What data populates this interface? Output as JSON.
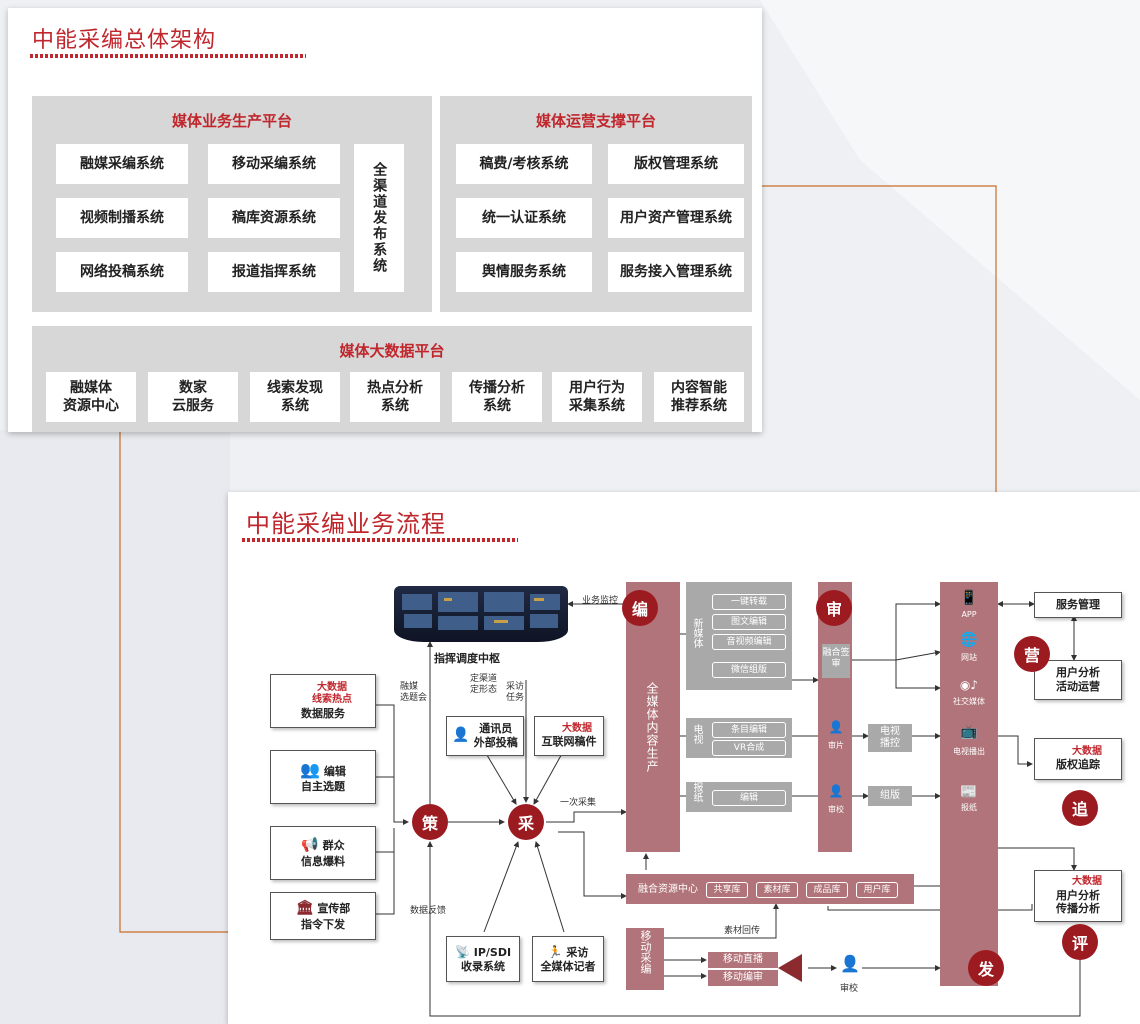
{
  "architecture": {
    "title": "中能采编总体架构",
    "production_platform": {
      "title": "媒体业务生产平台",
      "systems": [
        "融媒采编系统",
        "移动采编系统",
        "视频制播系统",
        "稿库资源系统",
        "网络投稿系统",
        "报道指挥系统"
      ],
      "release_system": "全渠道发布系统"
    },
    "operations_platform": {
      "title": "媒体运营支撑平台",
      "systems": [
        "稿费/考核系统",
        "版权管理系统",
        "统一认证系统",
        "用户资产管理系统",
        "舆情服务系统",
        "服务接入管理系统"
      ]
    },
    "bigdata_platform": {
      "title": "媒体大数据平台",
      "systems": [
        "融媒体\n资源中心",
        "数家\n云服务",
        "线索发现\n系统",
        "热点分析\n系统",
        "传播分析\n系统",
        "用户行为\n采集系统",
        "内容智能\n推荐系统"
      ]
    }
  },
  "workflow": {
    "title": "中能采编业务流程",
    "command_center": "指挥调度中枢",
    "labels": {
      "monitor": "业务监控",
      "meeting": "融媒\n选题会",
      "channels": "定渠道\n定形态",
      "tasks": "采访\n任务",
      "first_collect": "一次采集",
      "feedback": "数据反馈",
      "material_return": "素材回传",
      "review": "审校"
    },
    "left_sources": [
      {
        "icon": "bigdata-icon",
        "tag": "大数据\n线索热点",
        "label": "数据服务"
      },
      {
        "icon": "people-icon",
        "tag": "编辑",
        "label": "自主选题"
      },
      {
        "icon": "megaphone-icon",
        "tag": "群众",
        "label": "信息爆料"
      },
      {
        "icon": "government-icon",
        "tag": "宣传部",
        "label": "指令下发"
      }
    ],
    "mid_sources": [
      {
        "icon": "reporter-icon",
        "label": "通讯员\n外部投稿"
      },
      {
        "tag": "大数据",
        "label": "互联网稿件"
      }
    ],
    "bottom_sources": [
      {
        "icon": "broadcast-icon",
        "label": "IP/SDI\n收录系统"
      },
      {
        "icon": "runner-icon",
        "label": "采访\n全媒体记者"
      }
    ],
    "circles": {
      "plan": "策",
      "collect": "采",
      "edit": "编",
      "audit": "审",
      "publish": "发",
      "operate": "营",
      "track": "追",
      "evaluate": "评"
    },
    "editing_column": "全媒体内容生产",
    "new_media": {
      "label": "新媒体",
      "items": [
        "一键转载",
        "图文编辑",
        "音视频编辑",
        "微信组版"
      ]
    },
    "tv": {
      "label": "电视",
      "items": [
        "条目编辑",
        "VR合成"
      ]
    },
    "paper": {
      "label": "报纸",
      "items": [
        "编辑"
      ]
    },
    "audit_items": {
      "fusion": "融合签审",
      "tv_review": "审片",
      "paper_review": "审校"
    },
    "tv_broadcast": "电视播控",
    "layout_box": "组版",
    "channels": [
      "APP",
      "网站",
      "社交媒体",
      "电视播出",
      "报纸"
    ],
    "resource_center": {
      "label": "融合资源中心",
      "libs": [
        "共享库",
        "素材库",
        "成品库",
        "用户库"
      ]
    },
    "mobile": {
      "label": "移动采编",
      "items": [
        "移动直播",
        "移动编审"
      ]
    },
    "right_boxes": {
      "service": "服务管理",
      "user_ops": "用户分析\n活动运营",
      "copyright_tag": "大数据",
      "copyright": "版权追踪",
      "spread_tag": "大数据",
      "spread": "用户分析\n传播分析"
    }
  }
}
